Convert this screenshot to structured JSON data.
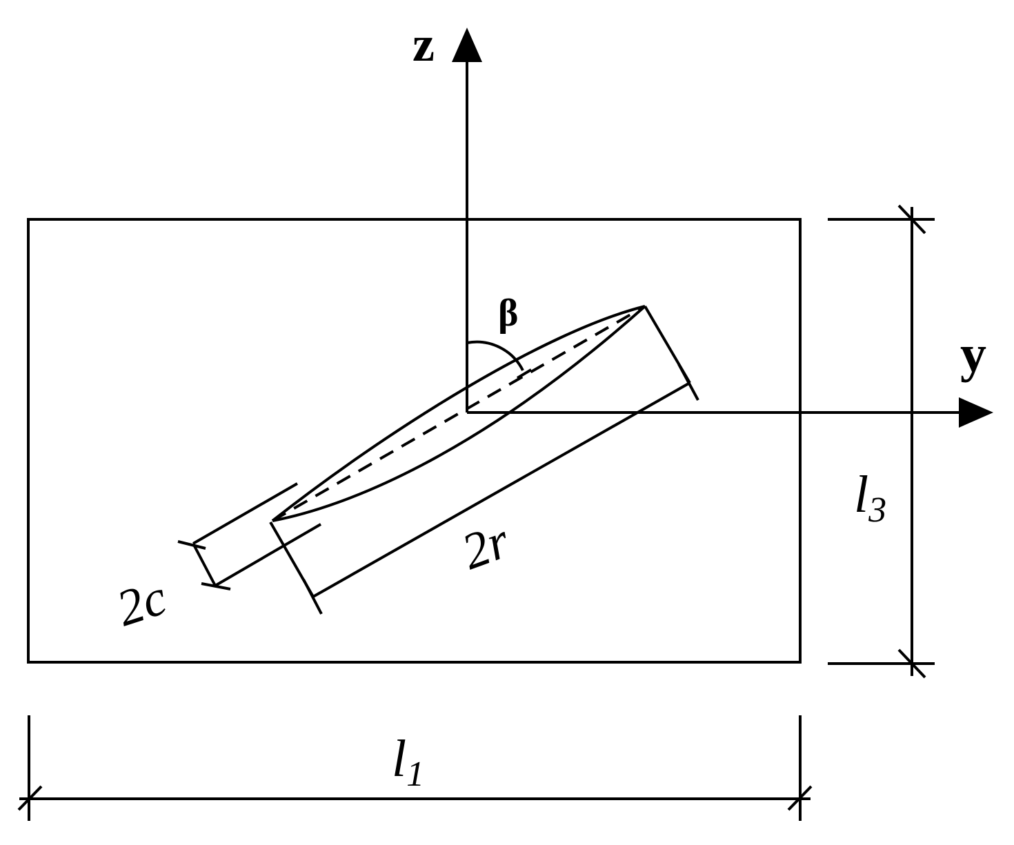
{
  "diagram": {
    "axis_z_label": "z",
    "axis_y_label": "y",
    "angle_label": "β",
    "crack_length_label": "2r",
    "crack_width_label": "2c",
    "height_label": "l",
    "height_subscript": "3",
    "width_label": "l",
    "width_subscript": "1",
    "line_color": "#000000",
    "background": "#ffffff"
  }
}
